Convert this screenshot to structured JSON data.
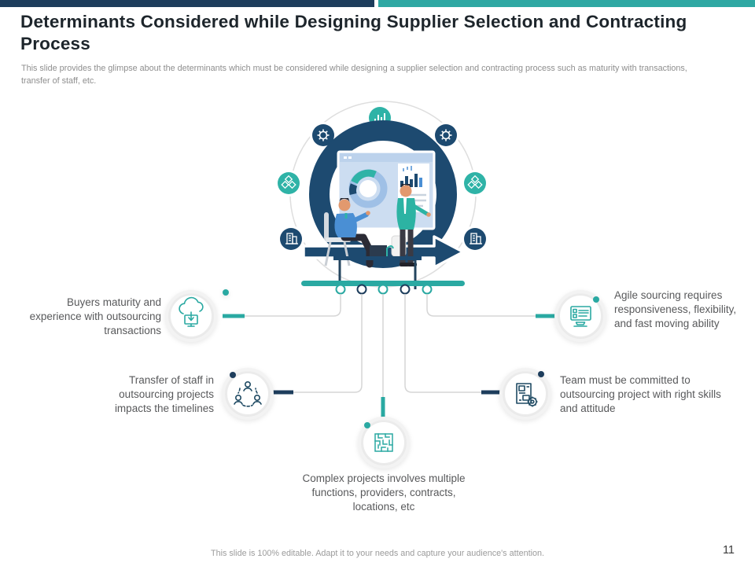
{
  "slide": {
    "title": "Determinants Considered while Designing  Supplier Selection and Contracting Process",
    "subtitle": "This slide provides the glimpse about the determinants which must be considered while designing a supplier selection and contracting process such as maturity with transactions, transfer of staff, etc.",
    "footer_note": "This slide is 100% editable. Adapt it to your needs and capture your audience's attention.",
    "page_number": "11"
  },
  "colors": {
    "navy": "#1d3d5c",
    "navy_illustration": "#1d4a70",
    "teal": "#2aa9a2",
    "teal_bright": "#2fa8a3",
    "text_gray": "#58595b",
    "subtitle_gray": "#8e8e8e"
  },
  "callouts": [
    {
      "id": 1,
      "side": "left",
      "icon": "cloud-download-monitor-icon",
      "accent": "#2aa9a2",
      "label": "Buyers maturity and experience with outsourcing transactions"
    },
    {
      "id": 2,
      "side": "left",
      "icon": "team-network-icon",
      "accent": "#1d3d5c",
      "label": "Transfer of staff in outsourcing projects impacts the timelines"
    },
    {
      "id": 3,
      "side": "right",
      "icon": "monitor-checklist-icon",
      "accent": "#2aa9a2",
      "label": "Agile sourcing requires responsiveness, flexibility,  and fast moving ability"
    },
    {
      "id": 4,
      "side": "right",
      "icon": "document-gear-icon",
      "accent": "#1d3d5c",
      "label": "Team must be committed to outsourcing project with right skills and attitude"
    },
    {
      "id": 5,
      "side": "bottom",
      "icon": "maze-icon",
      "accent": "#2aa9a2",
      "label": "Complex projects involves multiple functions, providers, contracts, locations, etc"
    }
  ],
  "illustration": {
    "badges": [
      "bar-chart-badge",
      "gear-badge",
      "gear-badge",
      "cubes-badge",
      "cubes-badge",
      "building-badge",
      "building-badge"
    ],
    "timeline_nodes": 5
  }
}
